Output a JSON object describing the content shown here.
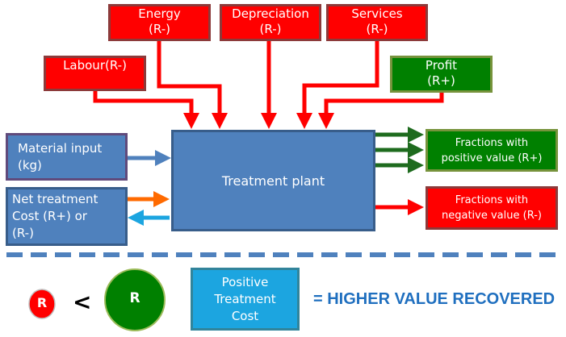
{
  "costs": {
    "energy": {
      "line1": "Energy",
      "line2": "(R-)"
    },
    "depreciation": {
      "line1": "Depreciation",
      "line2": "(R-)"
    },
    "services": {
      "line1": "Services",
      "line2": "(R-)"
    },
    "labour": {
      "line1": "Labour(R-)"
    },
    "profit": {
      "line1": "Profit",
      "line2": "(R+)"
    }
  },
  "inputs": {
    "material": {
      "line1": "Material input",
      "line2": "(kg)"
    },
    "net_cost": {
      "line1": "Net treatment",
      "line2": "Cost (R+) or",
      "line3": "(R-)"
    }
  },
  "plant": {
    "label": "Treatment plant"
  },
  "outputs": {
    "positive": {
      "line1": "Fractions with",
      "line2": "positive value (R+)"
    },
    "negative": {
      "line1": "Fractions with",
      "line2": "negative value (R-)"
    }
  },
  "legend": {
    "small_r": "R",
    "less_than": "<",
    "big_r": "R",
    "cost_box": {
      "line1": "Positive",
      "line2": "Treatment",
      "line3": "Cost"
    },
    "result": "= HIGHER VALUE RECOVERED"
  },
  "colors": {
    "cost": "#ff0000",
    "profit": "#008000",
    "plant": "#4f81bd",
    "accent": "#1f6fbf",
    "light_blue": "#1ca5e0",
    "orange": "#ff6a00"
  }
}
